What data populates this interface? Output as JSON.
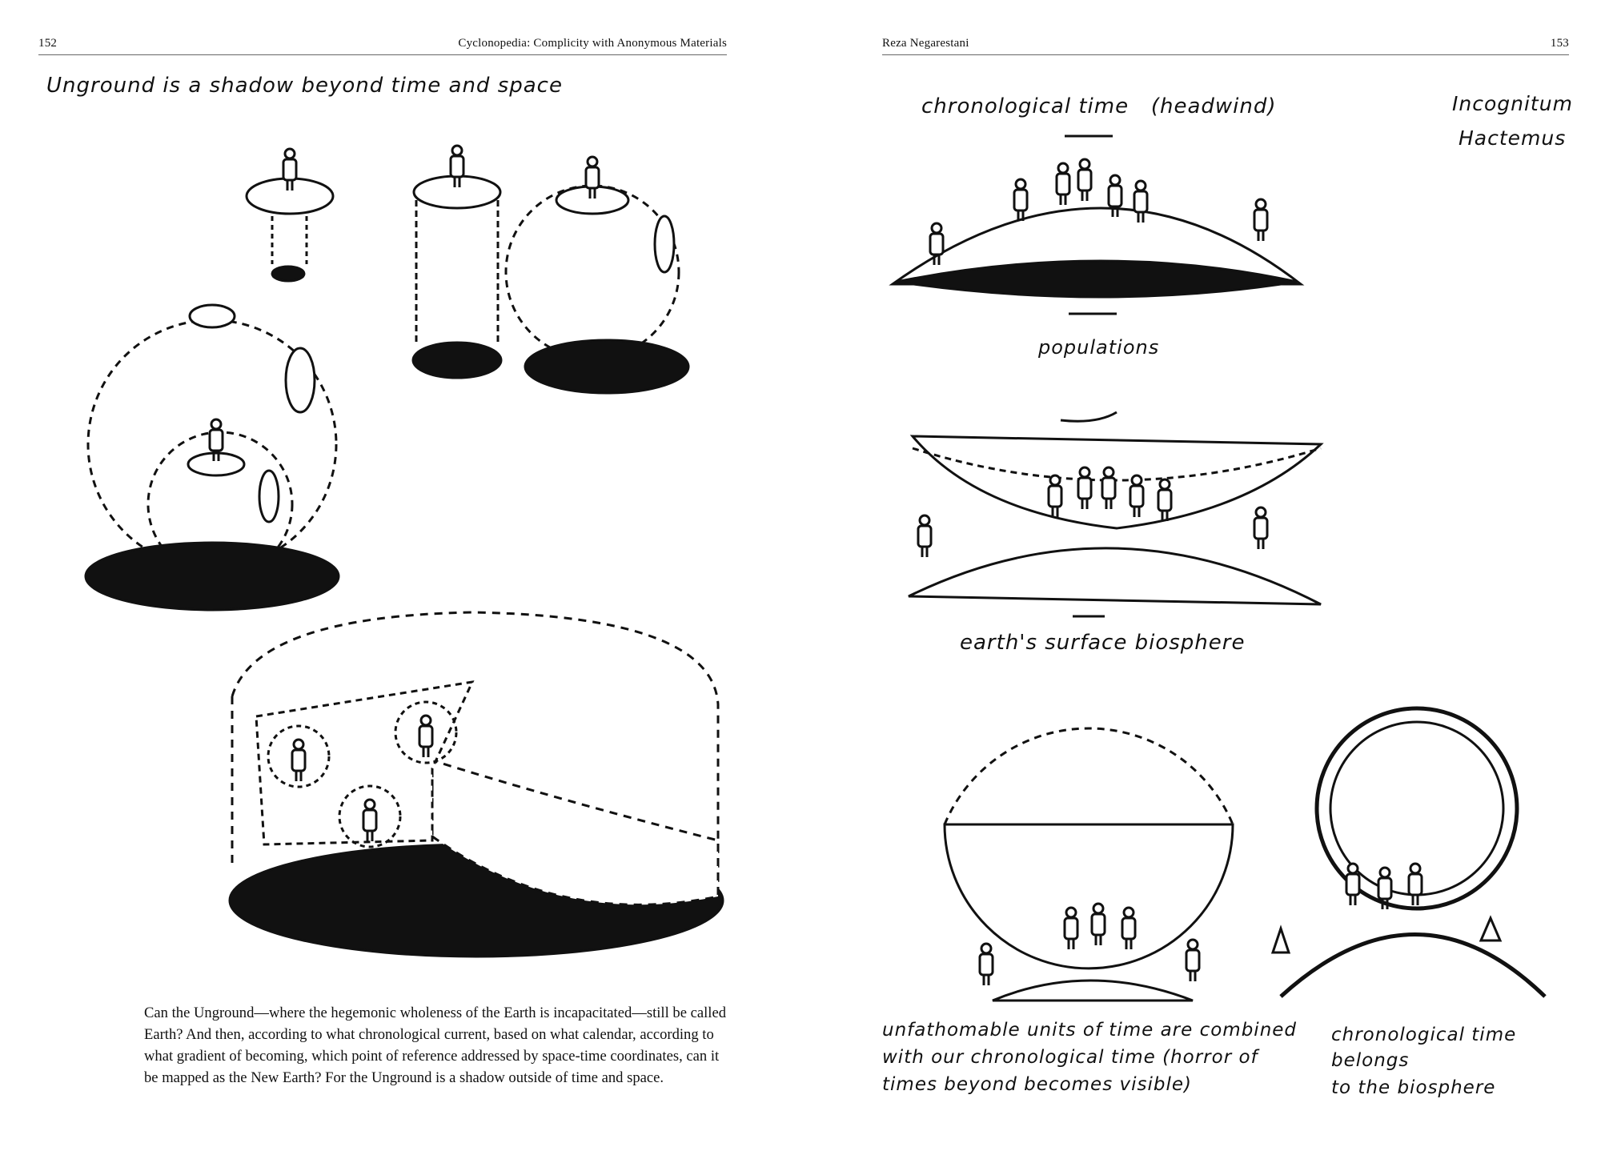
{
  "left_page": {
    "page_number": "152",
    "running_title": "Cyclonopedia: Complicity with Anonymous Materials",
    "handwritten_title": "Unground is a shadow beyond time and space",
    "body_text": "Can the Unground—where the hegemonic wholeness of the Earth is incapacitated—still be called Earth? And then, according to what chronological current, based on what calendar, according to what gradient of becoming, which point of reference addressed by space-time coordinates, can it be mapped as the New Earth? For the Unground is a shadow outside of time and space."
  },
  "right_page": {
    "page_number": "153",
    "running_author": "Reza Negarestani",
    "labels": {
      "headwind": "chronological time   (headwind)",
      "incognitum_1": "Incognitum",
      "incognitum_2": "Hactemus",
      "populations": "populations",
      "biosphere": "earth's surface biosphere",
      "unfathomable_1": "unfathomable units of time are combined",
      "unfathomable_2": "with our chronological time (horror of",
      "unfathomable_3": "times beyond becomes visible)",
      "belongs_1": "chronological time",
      "belongs_2": "belongs",
      "belongs_3": "to the biosphere"
    }
  }
}
